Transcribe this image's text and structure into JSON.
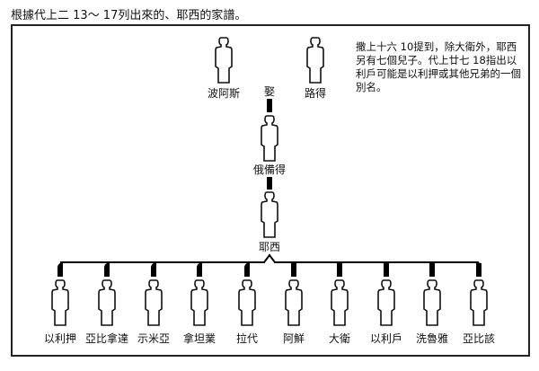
{
  "title": "根據代上二 13～ 17列出來的、耶西的家譜。",
  "note": "撒上十六 10提到，除大衛外，耶西另有七個兒子。代上廿七 18指出以利戶可能是以利押或其他兄弟的一個別名。",
  "people": {
    "boaz": "波阿斯",
    "ruth": "路得",
    "married": "娶",
    "obed": "俄備得",
    "jesse": "耶西"
  },
  "children": [
    "以利押",
    "亞比拿達",
    "示米亞",
    "拿坦業",
    "拉代",
    "阿鮮",
    "大衛",
    "以利戶",
    "洗魯雅",
    "亞比該"
  ]
}
